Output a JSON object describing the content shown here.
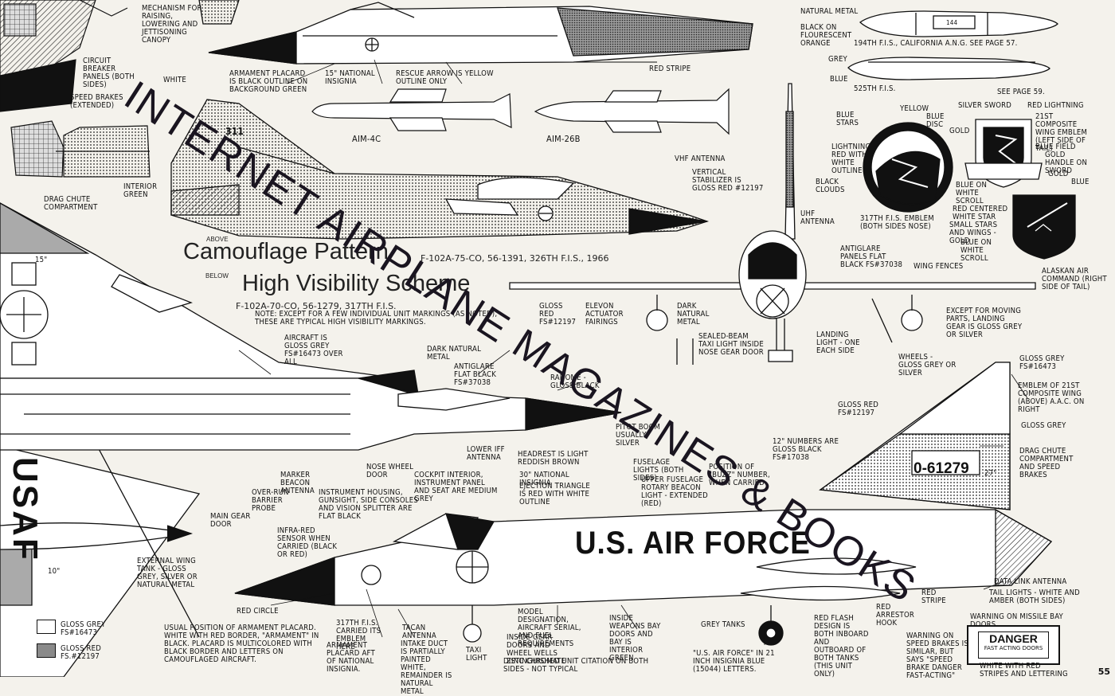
{
  "titles": {
    "above_tag": "ABOVE",
    "camouflage": "Camouflage Pattern",
    "camouflage_sub": "F-102A-75-CO, 56-1391, 326TH F.I.S., 1966",
    "below_tag": "BELOW",
    "high_vis": "High Visibility Scheme",
    "high_vis_sub": "F-102A-70-CO, 56-1279, 317TH F.I.S.",
    "note": "NOTE: EXCEPT FOR A FEW INDIVIDUAL UNIT MARKINGS (AS NOTED), THESE ARE TYPICAL HIGH VISIBILITY MARKINGS."
  },
  "watermark": "INTERNET AIRPLANE MAGAZINES & BOOKS",
  "markings": {
    "us_air_force": "U.S. AIR FORCE",
    "tail_number": "0-61279",
    "tail_dim": "27\"",
    "side_usaf": "USAF",
    "dim_15": "15\"",
    "dim_10": "10\"",
    "tail_code": "311",
    "badge_144": "144",
    "danger_title": "DANGER",
    "danger_sub": "FAST ACTING DOORS"
  },
  "missiles": {
    "aim4c": "AIM-4C",
    "aim26b": "AIM-26B"
  },
  "legend": [
    {
      "label": "GLOSS GREY FS#16473",
      "color": "#ffffff"
    },
    {
      "label": "GLOSS RED FS.#12197",
      "color": "#8a8a8a"
    }
  ],
  "labels": [
    {
      "id": "mechanism",
      "text": "MECHANISM FOR RAISING, LOWERING AND JETTISONING CANOPY"
    },
    {
      "id": "circuit",
      "text": "CIRCUIT BREAKER PANELS (BOTH SIDES)"
    },
    {
      "id": "white",
      "text": "WHITE"
    },
    {
      "id": "speedbrakes",
      "text": "SPEED BRAKES (EXTENDED)"
    },
    {
      "id": "interior",
      "text": "INTERIOR GREEN"
    },
    {
      "id": "dragchute",
      "text": "DRAG CHUTE COMPARTMENT"
    },
    {
      "id": "armplacard",
      "text": "ARMAMENT PLACARD IS BLACK OUTLINE ON BACKGROUND GREEN"
    },
    {
      "id": "insignia15",
      "text": "15\" NATIONAL INSIGNIA"
    },
    {
      "id": "rescue",
      "text": "RESCUE ARROW IS YELLOW OUTLINE ONLY"
    },
    {
      "id": "redstripe1",
      "text": "RED STRIPE"
    },
    {
      "id": "naturalmetal",
      "text": "NATURAL METAL"
    },
    {
      "id": "blackonfluor",
      "text": "BLACK ON FLOURESCENT ORANGE"
    },
    {
      "id": "fis194",
      "text": "194TH F.I.S., CALIFORNIA A.N.G. SEE PAGE 57."
    },
    {
      "id": "grey",
      "text": "GREY"
    },
    {
      "id": "blue",
      "text": "BLUE"
    },
    {
      "id": "fis525",
      "text": "525TH F.I.S."
    },
    {
      "id": "page59",
      "text": "SEE PAGE 59."
    },
    {
      "id": "bluestars",
      "text": "BLUE STARS"
    },
    {
      "id": "yellow",
      "text": "YELLOW"
    },
    {
      "id": "bluedisc",
      "text": "BLUE DISC"
    },
    {
      "id": "silversword",
      "text": "SILVER SWORD"
    },
    {
      "id": "redlightning",
      "text": "RED LIGHTNING"
    },
    {
      "id": "emblem21",
      "text": "21ST COMPOSITE WING EMBLEM (LEFT SIDE OF TAIL)"
    },
    {
      "id": "gold1",
      "text": "GOLD"
    },
    {
      "id": "bluefield",
      "text": "BLUE FIELD"
    },
    {
      "id": "goldhandle",
      "text": "GOLD HANDLE ON SWORD"
    },
    {
      "id": "gold2",
      "text": "GOLD"
    },
    {
      "id": "blue2",
      "text": "BLUE"
    },
    {
      "id": "lightning",
      "text": "LIGHTNING RED WITH WHITE OUTLINE"
    },
    {
      "id": "blackclouds",
      "text": "BLACK CLOUDS"
    },
    {
      "id": "blueonwhite",
      "text": "BLUE ON WHITE SCROLL"
    },
    {
      "id": "redcentered",
      "text": "RED CENTERED WHITE STAR"
    },
    {
      "id": "smallstars",
      "text": "SMALL STARS AND WINGS - GOLD"
    },
    {
      "id": "emblem317",
      "text": "317TH F.I.S. EMBLEM (BOTH SIDES NOSE)"
    },
    {
      "id": "blueonwhite2",
      "text": "BLUE ON WHITE SCROLL"
    },
    {
      "id": "alaskan",
      "text": "ALASKAN AIR COMMAND (RIGHT SIDE OF TAIL)"
    },
    {
      "id": "vhf",
      "text": "VHF ANTENNA"
    },
    {
      "id": "vstab",
      "text": "VERTICAL STABILIZER IS GLOSS RED #12197"
    },
    {
      "id": "uhf",
      "text": "UHF ANTENNA"
    },
    {
      "id": "antiglare1",
      "text": "ANTIGLARE PANELS FLAT BLACK FS#37038"
    },
    {
      "id": "wingfences",
      "text": "WING FENCES"
    },
    {
      "id": "glossred1",
      "text": "GLOSS RED FS#12197"
    },
    {
      "id": "elevon",
      "text": "ELEVON ACTUATOR FAIRINGS"
    },
    {
      "id": "darknat1",
      "text": "DARK NATURAL METAL"
    },
    {
      "id": "exceptmoving",
      "text": "EXCEPT FOR MOVING PARTS, LANDING GEAR IS GLOSS GREY OR SILVER"
    },
    {
      "id": "sealedbeam",
      "text": "SEALED-BEAM TAXI LIGHT INSIDE NOSE GEAR DOOR"
    },
    {
      "id": "landinglight",
      "text": "LANDING LIGHT - ONE EACH SIDE"
    },
    {
      "id": "wheels",
      "text": "WHEELS - GLOSS GREY OR SILVER"
    },
    {
      "id": "aircraftgrey",
      "text": "AIRCRAFT IS GLOSS GREY FS#16473 OVER ALL"
    },
    {
      "id": "darknat2",
      "text": "DARK NATURAL METAL"
    },
    {
      "id": "antiglare2",
      "text": "ANTIGLARE FLAT BLACK FS#37038"
    },
    {
      "id": "radome",
      "text": "RADOME - GLOSS BLACK"
    },
    {
      "id": "glossgrey2",
      "text": "GLOSS GREY FS#16473"
    },
    {
      "id": "emblem21b",
      "text": "EMBLEM OF 21ST COMPOSITE WING (ABOVE) A.A.C. ON RIGHT"
    },
    {
      "id": "glossred2",
      "text": "GLOSS RED FS#12197"
    },
    {
      "id": "glossgrey3",
      "text": "GLOSS GREY"
    },
    {
      "id": "pitot",
      "text": "PITOT BOOM USUALLY SILVER"
    },
    {
      "id": "numbers12",
      "text": "12\" NUMBERS ARE GLOSS BLACK FS#17038"
    },
    {
      "id": "dragchute2",
      "text": "DRAG CHUTE COMPARTMENT AND SPEED BRAKES"
    },
    {
      "id": "lowerIFF",
      "text": "LOWER IFF ANTENNA"
    },
    {
      "id": "headrest",
      "text": "HEADREST IS LIGHT REDDISH BROWN"
    },
    {
      "id": "insignia30",
      "text": "30\" NATIONAL INSIGNIA"
    },
    {
      "id": "ejection",
      "text": "EJECTION TRIANGLE IS RED WITH WHITE OUTLINE"
    },
    {
      "id": "fuselights",
      "text": "FUSELAGE LIGHTS (BOTH SIDES)"
    },
    {
      "id": "upperbeacon",
      "text": "UPPER FUSELAGE ROTARY BEACON LIGHT - EXTENDED (RED)"
    },
    {
      "id": "position",
      "text": "POSITION OF \"BUZZ\" NUMBER, WHEN CARRIED"
    },
    {
      "id": "markerbeacon",
      "text": "MARKER BEACON ANTENNA"
    },
    {
      "id": "nosewheel",
      "text": "NOSE WHEEL DOOR"
    },
    {
      "id": "cockpit",
      "text": "COCKPIT INTERIOR, INSTRUMENT PANEL AND SEAT ARE MEDIUM GREY"
    },
    {
      "id": "overrun",
      "text": "OVER-RUN BARRIER PROBE"
    },
    {
      "id": "instrument",
      "text": "INSTRUMENT HOUSING, GUNSIGHT, SIDE CONSOLES AND VISION SPLITTER ARE FLAT BLACK"
    },
    {
      "id": "maingear",
      "text": "MAIN GEAR DOOR"
    },
    {
      "id": "infrared",
      "text": "INFRA-RED SENSOR WHEN CARRIED (BLACK OR RED)"
    },
    {
      "id": "externaltank",
      "text": "EXTERNAL WING TANK - GLOSS GREY, SILVER OR NATURAL METAL"
    },
    {
      "id": "redcircle",
      "text": "RED CIRCLE"
    },
    {
      "id": "datalink",
      "text": "DATA LINK ANTENNA"
    },
    {
      "id": "redstripe2",
      "text": "RED STRIPE"
    },
    {
      "id": "taillights",
      "text": "TAIL LIGHTS - WHITE AND AMBER (BOTH SIDES)"
    },
    {
      "id": "missilebay",
      "text": "WARNING ON MISSILE BAY DOORS"
    },
    {
      "id": "usualpos",
      "text": "USUAL POSITION OF ARMAMENT PLACARD. WHITE WITH RED BORDER, \"ARMAMENT\" IN BLACK. PLACARD IS MULTICOLORED WITH BLACK BORDER AND LETTERS ON CAMOUFLAGED AIRCRAFT."
    },
    {
      "id": "fis317",
      "text": "317TH F.I.S. CARRIED ITS EMBLEM HERE"
    },
    {
      "id": "armplacard2",
      "text": "ARMAMENT PLACARD AFT OF NATIONAL INSIGNIA."
    },
    {
      "id": "tacan",
      "text": "TACAN ANTENNA"
    },
    {
      "id": "intake",
      "text": "INTAKE DUCT IS PARTIALLY PAINTED WHITE, REMAINDER IS NATURAL METAL"
    },
    {
      "id": "taxilight",
      "text": "TAXI LIGHT"
    },
    {
      "id": "modeldesig",
      "text": "MODEL DESIGNATION, AIRCRAFT SERIAL, AND FUEL REQUIREMENTS"
    },
    {
      "id": "inside",
      "text": "INSIDE GEAR DOORS AND WHEEL WELLS ZINC CHROMATE"
    },
    {
      "id": "insideweapons",
      "text": "INSIDE WEAPONS BAY DOORS AND BAY IS INTERIOR GREEN"
    },
    {
      "id": "distinguished",
      "text": "DISTINGUISHED UNIT CITATION ON BOTH SIDES - NOT TYPICAL"
    },
    {
      "id": "greytanks",
      "text": "GREY TANKS"
    },
    {
      "id": "usaf21",
      "text": "\"U.S. AIR FORCE\" IN 21 INCH INSIGNIA BLUE (15044) LETTERS."
    },
    {
      "id": "redflash",
      "text": "RED FLASH DESIGN IS BOTH INBOARD AND OUTBOARD OF BOTH TANKS (THIS UNIT ONLY)"
    },
    {
      "id": "redarrestor",
      "text": "RED ARRESTOR HOOK"
    },
    {
      "id": "warningspeed",
      "text": "WARNING ON SPEED BRAKES IS SIMILAR, BUT SAYS \"SPEED BRAKE DANGER FAST-ACTING\""
    },
    {
      "id": "whitewithred",
      "text": "WHITE WITH RED STRIPES AND LETTERING"
    }
  ],
  "page_number": "55"
}
